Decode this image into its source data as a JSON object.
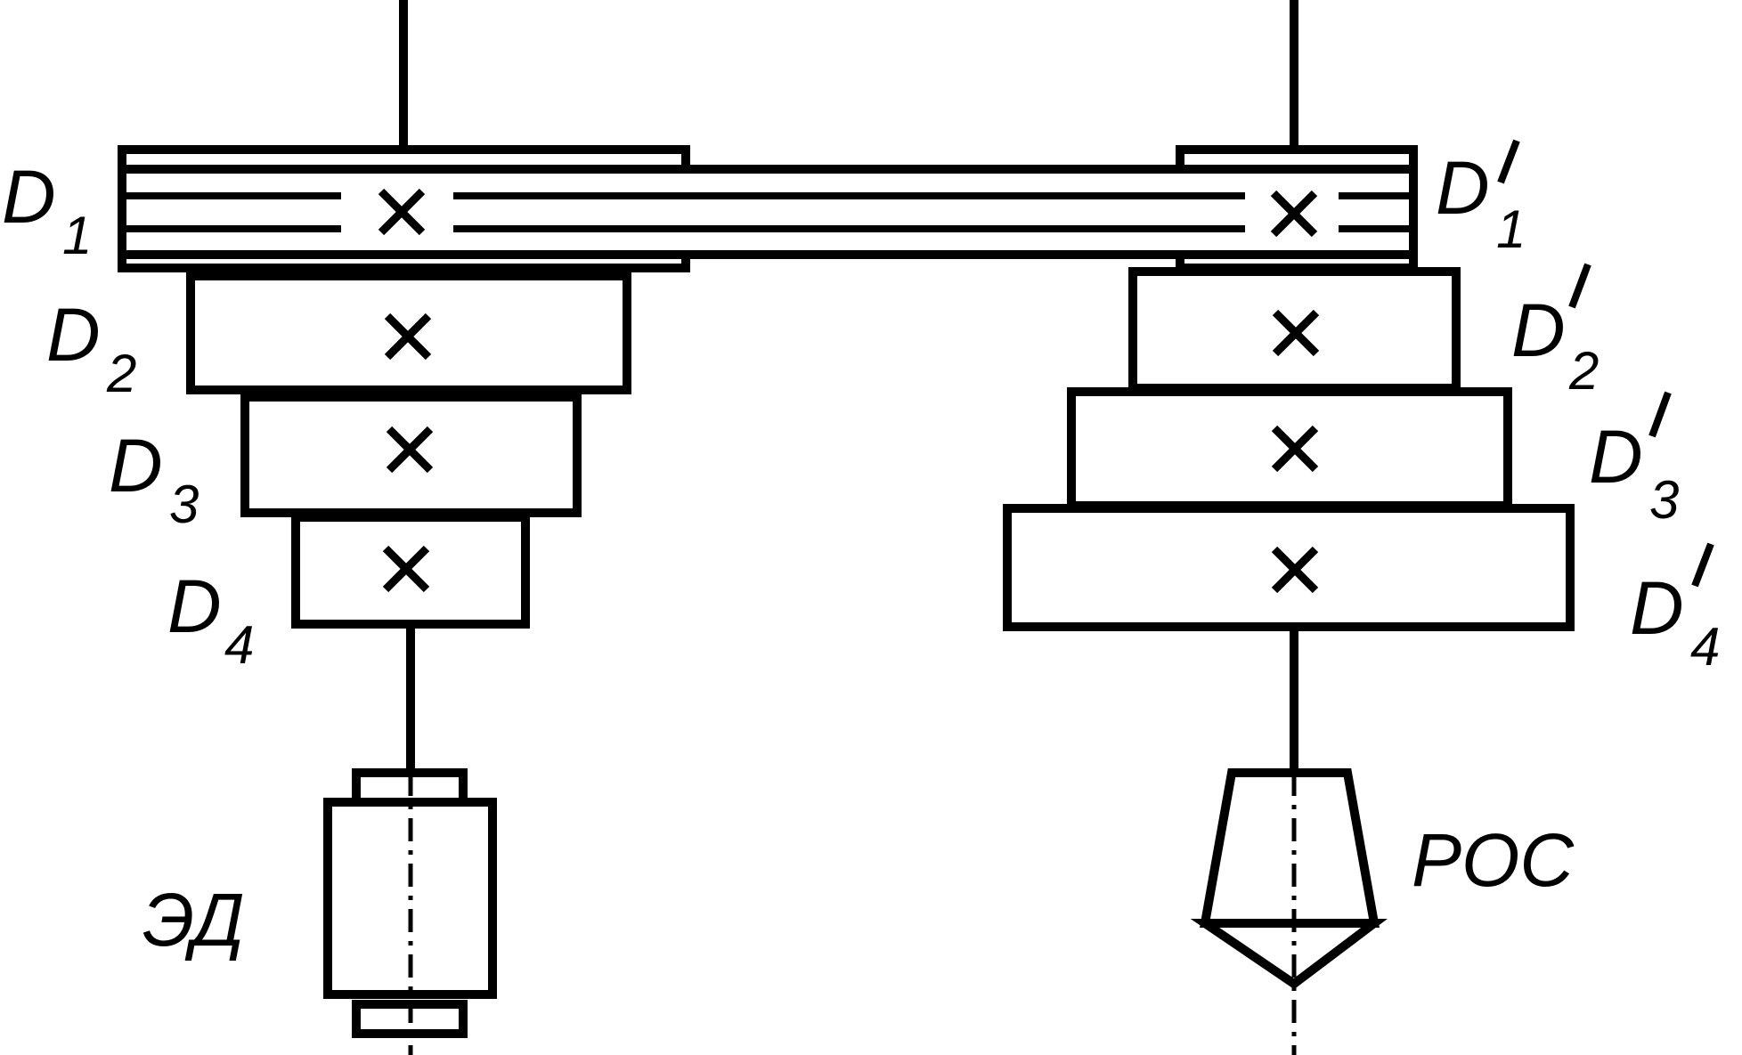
{
  "left_pulley_labels": [
    {
      "letter": "D",
      "index": "1",
      "prime": false
    },
    {
      "letter": "D",
      "index": "2",
      "prime": false
    },
    {
      "letter": "D",
      "index": "3",
      "prime": false
    },
    {
      "letter": "D",
      "index": "4",
      "prime": false
    }
  ],
  "right_pulley_labels": [
    {
      "letter": "D",
      "index": "1",
      "prime": true
    },
    {
      "letter": "D",
      "index": "2",
      "prime": true
    },
    {
      "letter": "D",
      "index": "3",
      "prime": true
    },
    {
      "letter": "D",
      "index": "4",
      "prime": true
    }
  ],
  "motor_label": "ЭД",
  "spindle_label": "РОС"
}
